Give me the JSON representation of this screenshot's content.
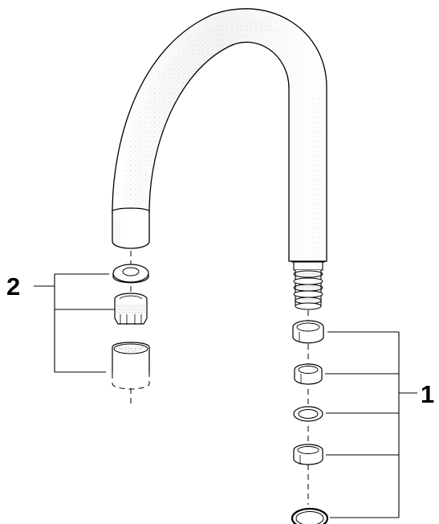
{
  "diagram": {
    "callouts": [
      {
        "id": "2",
        "label": "2"
      },
      {
        "id": "1",
        "label": "1"
      }
    ]
  }
}
